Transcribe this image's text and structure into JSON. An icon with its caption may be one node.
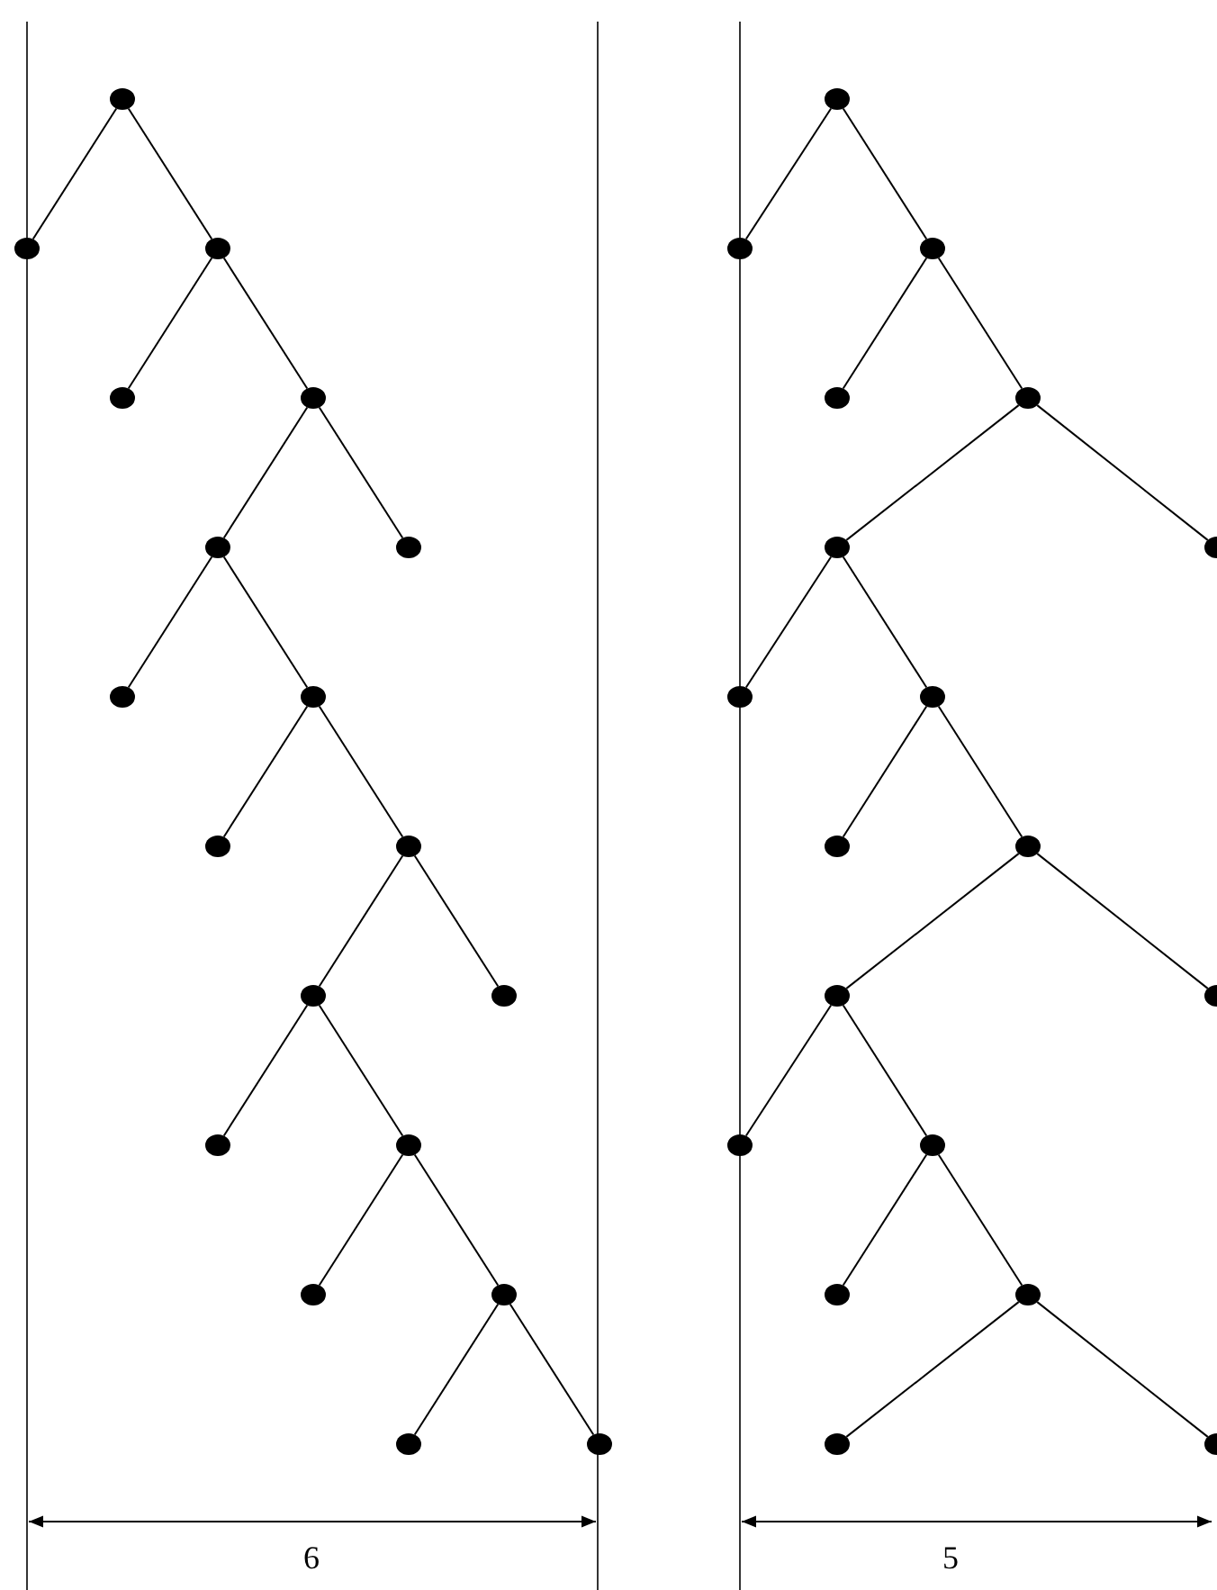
{
  "diagram": {
    "nodes": [
      {
        "text": [],
        "shape": "circle"
      },
      {
        "text": [],
        "shape": "circle"
      },
      {
        "text": [],
        "shape": "circle"
      },
      {
        "text": [],
        "shape": "circle"
      },
      {
        "text": [],
        "shape": "circle"
      },
      {
        "text": [],
        "shape": "circle"
      },
      {
        "text": [],
        "shape": "circle"
      },
      {
        "text": [],
        "shape": "circle"
      },
      {
        "text": [],
        "shape": "circle"
      },
      {
        "text": [],
        "shape": "circle"
      },
      {
        "text": [],
        "shape": "circle"
      },
      {
        "text": [],
        "shape": "circle"
      },
      {
        "text": [],
        "shape": "circle"
      },
      {
        "text": [],
        "shape": "circle"
      },
      {
        "text": [],
        "shape": "circle"
      },
      {
        "text": [],
        "shape": "circle"
      },
      {
        "text": [],
        "shape": "circle"
      },
      {
        "text": [],
        "shape": "circle"
      },
      {
        "text": [],
        "shape": "circle"
      },
      {
        "text": [],
        "shape": "circle"
      },
      {
        "text": [],
        "shape": "circle"
      },
      {
        "text": [],
        "shape": "circle"
      },
      {
        "text": [],
        "shape": "circle"
      },
      {
        "text": [],
        "shape": "circle"
      },
      {
        "text": [],
        "shape": "circle"
      },
      {
        "text": [],
        "shape": "circle"
      },
      {
        "text": [],
        "shape": "circle"
      },
      {
        "text": [],
        "shape": "circle"
      },
      {
        "text": [],
        "shape": "circle"
      },
      {
        "text": [],
        "shape": "circle"
      },
      {
        "text": [],
        "shape": "circle"
      },
      {
        "text": [],
        "shape": "circle"
      },
      {
        "text": [],
        "shape": "circle"
      },
      {
        "text": [],
        "shape": "circle"
      },
      {
        "text": [],
        "shape": "circle"
      },
      {
        "text": [],
        "shape": "circle"
      },
      {
        "text": [],
        "shape": "circle"
      },
      {
        "text": [],
        "shape": "circle"
      }
    ],
    "edges": [
      {
        "from": 0,
        "to": 1,
        "arrow": "none"
      },
      {
        "from": 0,
        "to": 2,
        "arrow": "none"
      },
      {
        "from": 2,
        "to": 3,
        "arrow": "none"
      },
      {
        "from": 2,
        "to": 4,
        "arrow": "none"
      },
      {
        "from": 4,
        "to": 5,
        "arrow": "none"
      },
      {
        "from": 4,
        "to": 6,
        "arrow": "none"
      },
      {
        "from": 5,
        "to": 7,
        "arrow": "none"
      },
      {
        "from": 5,
        "to": 8,
        "arrow": "none"
      },
      {
        "from": 8,
        "to": 9,
        "arrow": "none"
      },
      {
        "from": 8,
        "to": 10,
        "arrow": "none"
      },
      {
        "from": 10,
        "to": 11,
        "arrow": "none"
      },
      {
        "from": 10,
        "to": 12,
        "arrow": "none"
      },
      {
        "from": 11,
        "to": 13,
        "arrow": "none"
      },
      {
        "from": 11,
        "to": 14,
        "arrow": "none"
      },
      {
        "from": 14,
        "to": 15,
        "arrow": "none"
      },
      {
        "from": 14,
        "to": 16,
        "arrow": "none"
      },
      {
        "from": 16,
        "to": 17,
        "arrow": "none"
      },
      {
        "from": 16,
        "to": 18,
        "arrow": "none"
      },
      {
        "from": 19,
        "to": 20,
        "arrow": "none"
      },
      {
        "from": 19,
        "to": 21,
        "arrow": "none"
      },
      {
        "from": 21,
        "to": 22,
        "arrow": "none"
      },
      {
        "from": 21,
        "to": 23,
        "arrow": "none"
      },
      {
        "from": 23,
        "to": 24,
        "arrow": "none"
      },
      {
        "from": 23,
        "to": 25,
        "arrow": "none"
      },
      {
        "from": 24,
        "to": 26,
        "arrow": "none"
      },
      {
        "from": 24,
        "to": 27,
        "arrow": "none"
      },
      {
        "from": 27,
        "to": 28,
        "arrow": "none"
      },
      {
        "from": 27,
        "to": 29,
        "arrow": "none"
      },
      {
        "from": 29,
        "to": 30,
        "arrow": "none"
      },
      {
        "from": 29,
        "to": 31,
        "arrow": "none"
      },
      {
        "from": 30,
        "to": 32,
        "arrow": "none"
      },
      {
        "from": 30,
        "to": 33,
        "arrow": "none"
      },
      {
        "from": 33,
        "to": 34,
        "arrow": "none"
      },
      {
        "from": 33,
        "to": 35,
        "arrow": "none"
      },
      {
        "from": 35,
        "to": 36,
        "arrow": "none"
      },
      {
        "from": 35,
        "to": 37,
        "arrow": "none"
      }
    ],
    "labels": [
      "6",
      "5"
    ]
  }
}
